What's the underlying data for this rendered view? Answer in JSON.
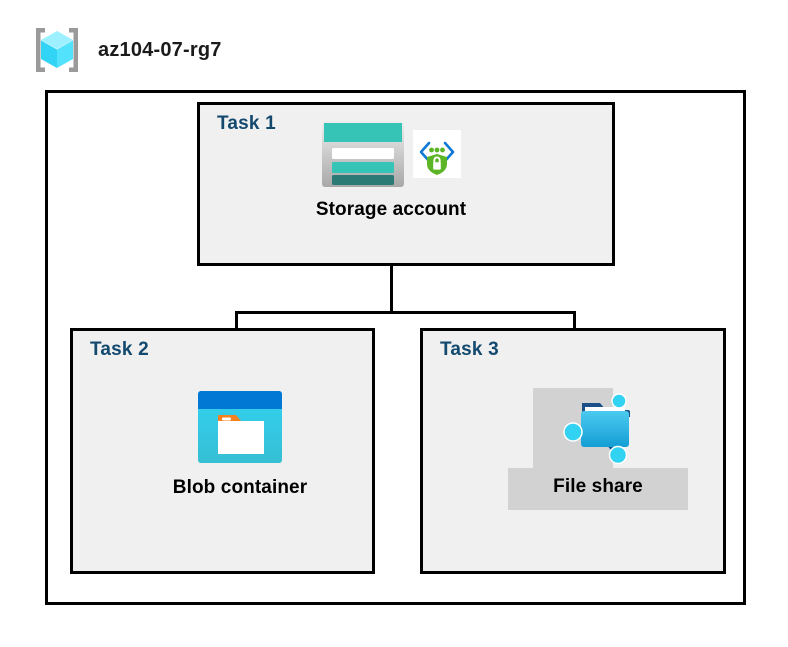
{
  "diagram": {
    "resource_group": {
      "icon": "resource-group-cube-icon",
      "name": "az104-07-rg7"
    },
    "tasks": [
      {
        "id": "task1",
        "label": "Task 1",
        "node_caption": "Storage account",
        "icons": [
          "storage-account-icon",
          "security-shield-lock-icon"
        ],
        "selected": false
      },
      {
        "id": "task2",
        "label": "Task 2",
        "node_caption": "Blob container",
        "icons": [
          "blob-container-icon"
        ],
        "selected": false
      },
      {
        "id": "task3",
        "label": "Task 3",
        "node_caption": "File share",
        "icons": [
          "file-share-icon"
        ],
        "selected": true
      }
    ],
    "colors": {
      "task_label": "#13496f",
      "box_fill": "#f0f0f0",
      "box_border": "#000000",
      "selection_highlight": "#d2d2d2",
      "storage_teal": "#35c4b5",
      "storage_dark_teal": "#2c7a76",
      "blob_header_blue": "#0078d4",
      "blob_body_cyan": "#32c8ef",
      "blob_tab_orange": "#f58220",
      "fileshare_blue": "#32b5e8",
      "fileshare_node_cyan": "#32d2f2",
      "shield_green": "#5cb524",
      "chevron_blue": "#0f78d4",
      "cube_cyan": "#50e6ff",
      "bracket_gray": "#9a9a9a"
    }
  }
}
